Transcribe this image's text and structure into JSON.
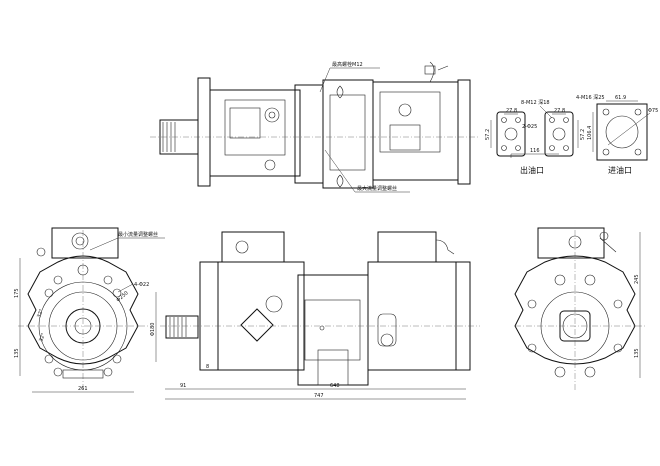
{
  "top_view": {
    "callout_top": "最高螺栓M12",
    "callout_bottom": "最大流量调整螺丝"
  },
  "ports": {
    "outlet": {
      "label": "出油口",
      "dim_pitch_a": "27.8",
      "dim_thread": "8-M12 深18",
      "dim_pitch_b": "27.8",
      "dim_bore": "2-Φ25",
      "dim_height_a": "57.2",
      "dim_height_b": "57.2",
      "dim_spacing": "116"
    },
    "inlet": {
      "label": "进油口",
      "dim_thread": "4-M16 深25",
      "dim_width": "61.9",
      "dim_height": "106.4",
      "dim_bore": "Φ75"
    }
  },
  "front_view": {
    "callout": "最小流量调整螺丝",
    "dim_upper": "175",
    "dim_lower": "135",
    "dim_width": "261",
    "dim_holes": "4-Φ22",
    "dim_pcd": "Φ250",
    "angle_a": "32°",
    "angle_b": "32°"
  },
  "side_view": {
    "dim_pilot": "Φ180",
    "dim_step": "8",
    "dim_shaft": "91",
    "dim_body": "648",
    "dim_total": "747"
  },
  "rear_view": {
    "dim_upper": "245",
    "dim_lower": "135"
  }
}
